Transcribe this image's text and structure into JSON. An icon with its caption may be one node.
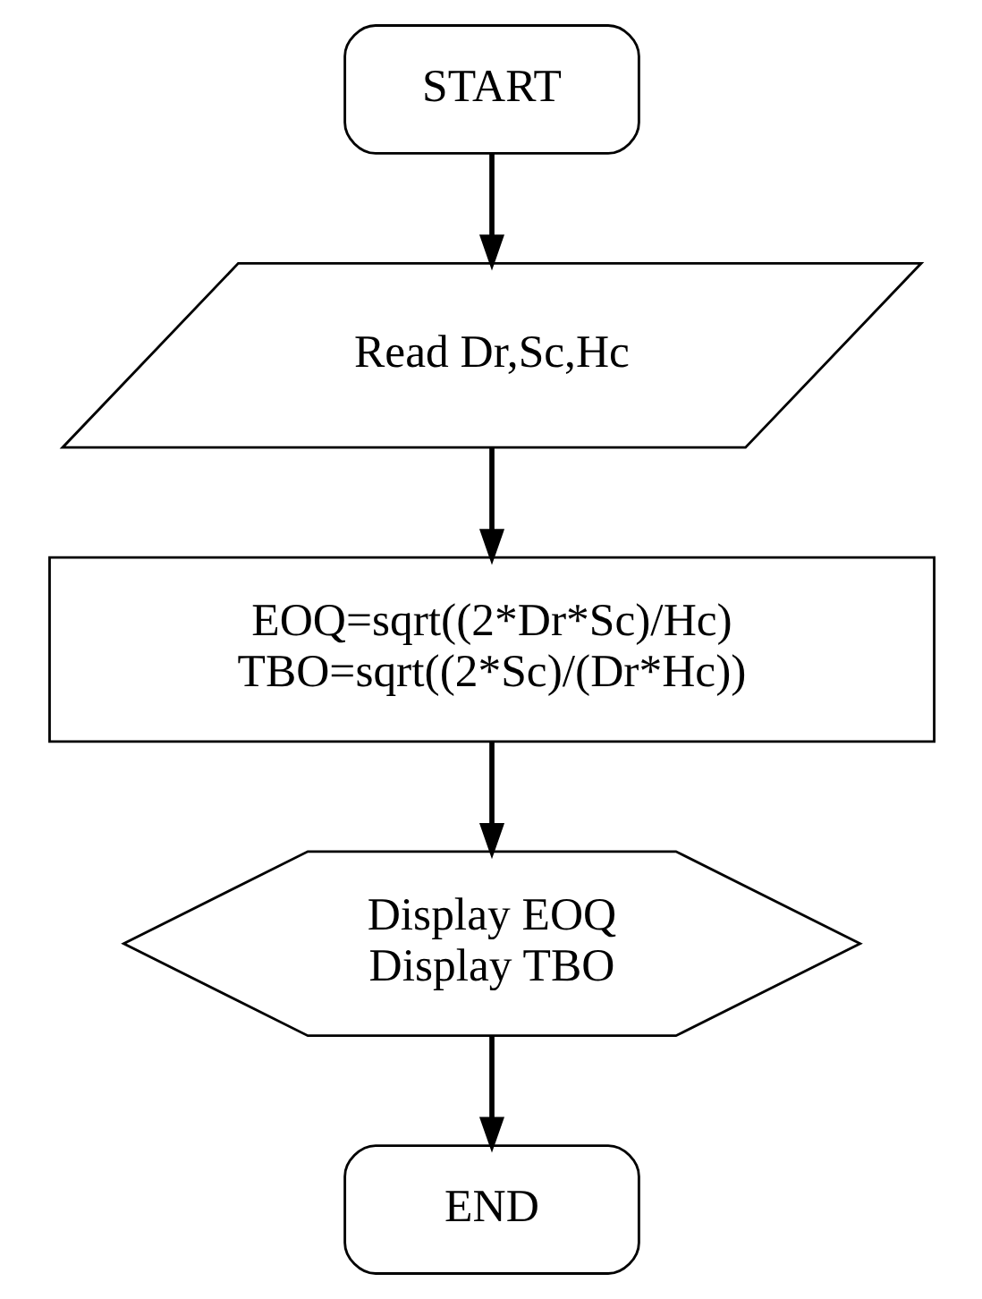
{
  "diagram": {
    "nodes": [
      {
        "text": [
          "START"
        ]
      },
      {
        "text": [
          "Read Dr,Sc,Hc"
        ]
      },
      {
        "text": [
          "EOQ=sqrt((2*Dr*Sc)/Hc)",
          "TBO=sqrt((2*Sc)/(Dr*Hc))"
        ]
      },
      {
        "text": [
          "Display EOQ",
          "Display TBO"
        ]
      },
      {
        "text": [
          "END"
        ]
      }
    ],
    "edges": [
      {
        "from": 0,
        "to": 1,
        "arrow": "to"
      },
      {
        "from": 1,
        "to": 2,
        "arrow": "to"
      },
      {
        "from": 2,
        "to": 3,
        "arrow": "to"
      },
      {
        "from": 3,
        "to": 4,
        "arrow": "to"
      }
    ]
  }
}
